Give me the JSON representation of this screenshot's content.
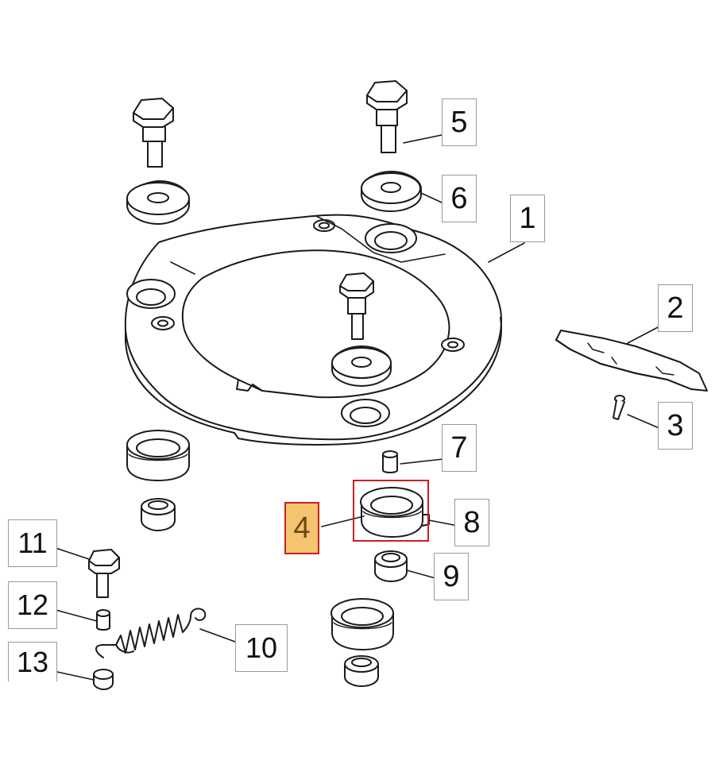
{
  "labels": {
    "p1": "1",
    "p2": "2",
    "p3": "3",
    "p4": "4",
    "p5": "5",
    "p6": "6",
    "p7": "7",
    "p8": "8",
    "p9": "9",
    "p10": "10",
    "p11": "11",
    "p12": "12",
    "p13": "13"
  },
  "highlighted_part": "4",
  "colors": {
    "line": "#1a1a1a",
    "highlight_fill": "#f4c46e",
    "highlight_border": "#cc1f1f",
    "box_border": "#9a9a9a"
  }
}
